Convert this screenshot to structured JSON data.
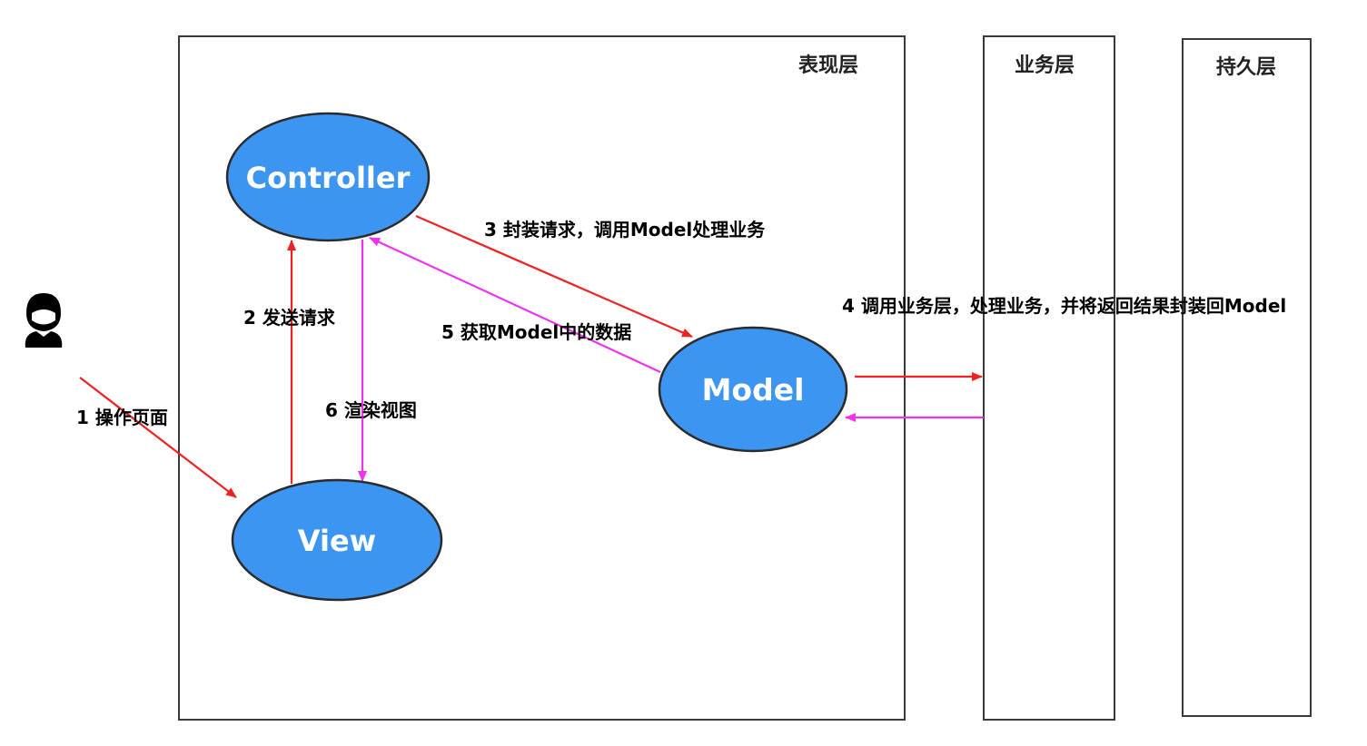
{
  "colors": {
    "node_fill": "#3d95f2",
    "request_arrow": "#ee2222",
    "response_arrow": "#ee33ee",
    "layer_border": "#3a3a3a"
  },
  "layers": {
    "presentation": "表现层",
    "business": "业务层",
    "persistence": "持久层"
  },
  "nodes": {
    "controller": "Controller",
    "view": "View",
    "model": "Model"
  },
  "actor": {
    "icon": "user-icon"
  },
  "edges": {
    "step1": "1 操作页面",
    "step2": "2 发送请求",
    "step3": "3 封装请求，调用Model处理业务",
    "step4": "4 调用业务层，处理业务，并将返回结果封装回Model",
    "step5": "5 获取Model中的数据",
    "step6": "6 渲染视图"
  }
}
